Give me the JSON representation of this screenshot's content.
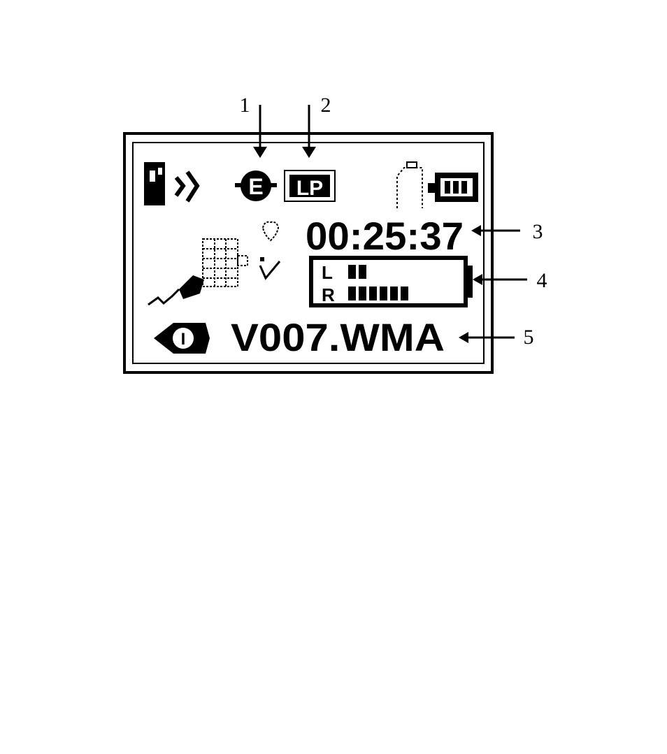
{
  "display": {
    "time": "00:25:37",
    "filename": "V007.WMA",
    "mode_letter": "E",
    "quality_label": "LP",
    "file_badge": "I",
    "level_meter": {
      "left_label": "L",
      "right_label": "R",
      "left_bars": 2,
      "right_bars": 6,
      "max_bars": 6
    }
  },
  "callouts": [
    "1",
    "2",
    "3",
    "4",
    "5"
  ],
  "colors": {
    "ink": "#000000",
    "paper": "#ffffff"
  }
}
